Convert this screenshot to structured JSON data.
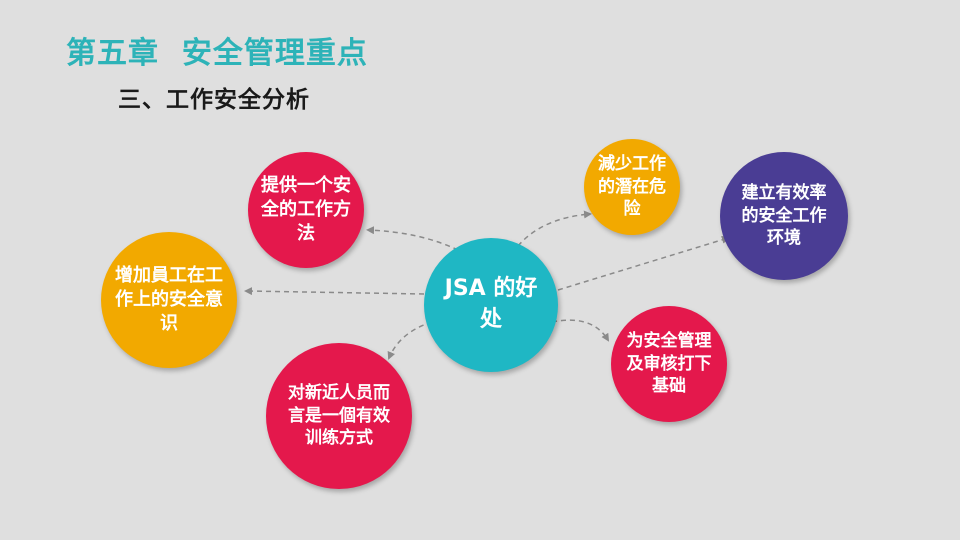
{
  "header": {
    "chapter_title": "第五章  安全管理重点",
    "section_title": "三、工作安全分析"
  },
  "diagram": {
    "center": "JSA 的好处",
    "benefits": {
      "method": "提供一个安全的工作方法",
      "awareness": "增加員工在工作上的安全意识",
      "training": "对新近人员而言是一個有效训练方式",
      "hazard": "減少工作的潛在危险",
      "environment": "建立有效率的安全工作环境",
      "audit": "为安全管理及审核打下基础"
    }
  },
  "colors": {
    "title_teal": "#2db3b8",
    "center_teal": "#1fb7c4",
    "red": "#e4184c",
    "yellow": "#f2a900",
    "purple": "#4a3d94",
    "arrow_gray": "#8a8a8a"
  }
}
